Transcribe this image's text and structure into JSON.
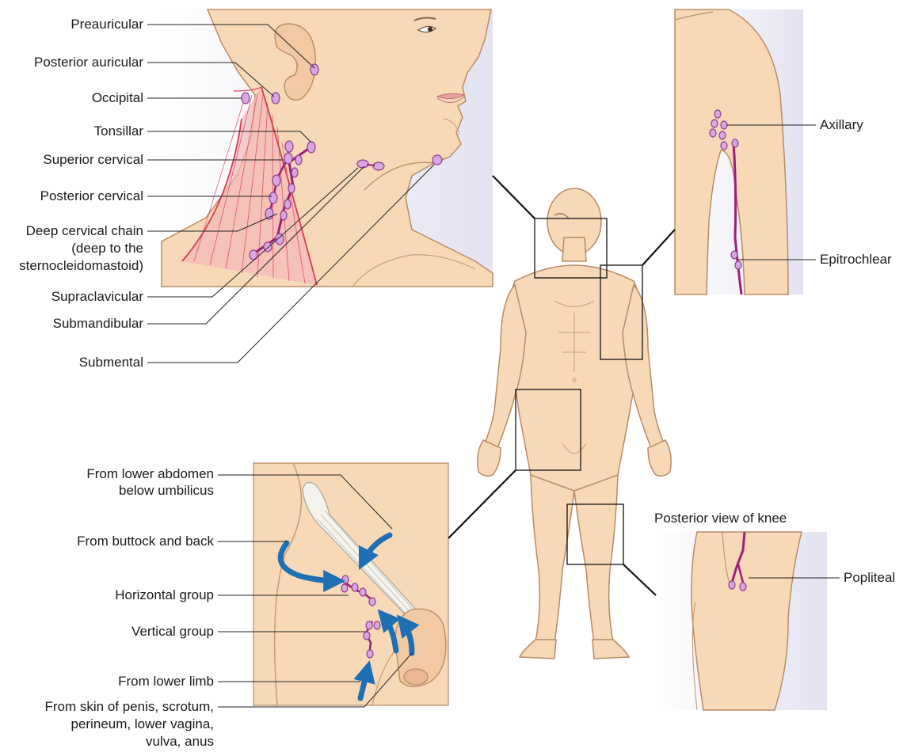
{
  "labels": {
    "preauricular": "Preauricular",
    "posterior_auricular": "Posterior auricular",
    "occipital": "Occipital",
    "tonsillar": "Tonsillar",
    "superior_cervical": "Superior cervical",
    "posterior_cervical": "Posterior cervical",
    "deep_cervical_1": "Deep cervical chain",
    "deep_cervical_2": "(deep to the",
    "deep_cervical_3": "sternocleidomastoid)",
    "supraclavicular": "Supraclavicular",
    "submandibular": "Submandibular",
    "submental": "Submental",
    "axillary": "Axillary",
    "epitrochlear": "Epitrochlear",
    "knee_title": "Posterior view of knee",
    "popliteal": "Popliteal",
    "lower_abdomen_1": "From lower abdomen",
    "lower_abdomen_2": "below umbilicus",
    "buttock": "From buttock and back",
    "horizontal": "Horizontal group",
    "vertical": "Vertical group",
    "lower_limb": "From lower limb",
    "skin_1": "From skin of penis, scrotum,",
    "skin_2": "perineum, lower vagina,",
    "skin_3": "vulva, anus"
  },
  "colors": {
    "skin": "#f7d9b8",
    "skin_shade": "#e9bf97",
    "outline": "#b98a66",
    "node": "#d9a6e0",
    "node_outline": "#8e3d8e",
    "vessel": "#9c1f7a",
    "arrow": "#1f6fb3",
    "panel_bg": "#e6e6f3",
    "muscle": "#d93a52"
  }
}
